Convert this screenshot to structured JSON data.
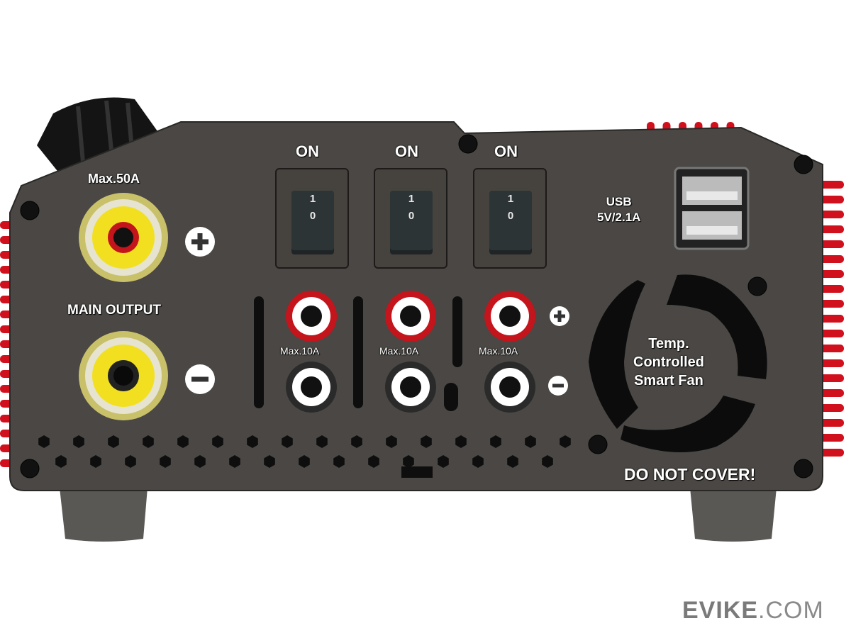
{
  "main_output": {
    "max_label": "Max.50A",
    "label": "MAIN OUTPUT"
  },
  "switches": [
    {
      "label": "ON",
      "on_mark": "1",
      "off_mark": "0"
    },
    {
      "label": "ON",
      "on_mark": "1",
      "off_mark": "0"
    },
    {
      "label": "ON",
      "on_mark": "1",
      "off_mark": "0"
    }
  ],
  "outputs": [
    {
      "max_label": "Max.10A"
    },
    {
      "max_label": "Max.10A"
    },
    {
      "max_label": "Max.10A"
    }
  ],
  "usb": {
    "line1": "USB",
    "line2": "5V/2.1A"
  },
  "fan": {
    "line1": "Temp.",
    "line2": "Controlled",
    "line3": "Smart Fan",
    "warning": "DO NOT COVER!"
  },
  "watermark": {
    "brand": "EVIKE",
    "suffix": ".COM"
  },
  "colors": {
    "panel": "#4a4744",
    "fins": "#d0101c",
    "terminal_yellow": "#f2e020",
    "terminal_red": "#c4141c"
  }
}
